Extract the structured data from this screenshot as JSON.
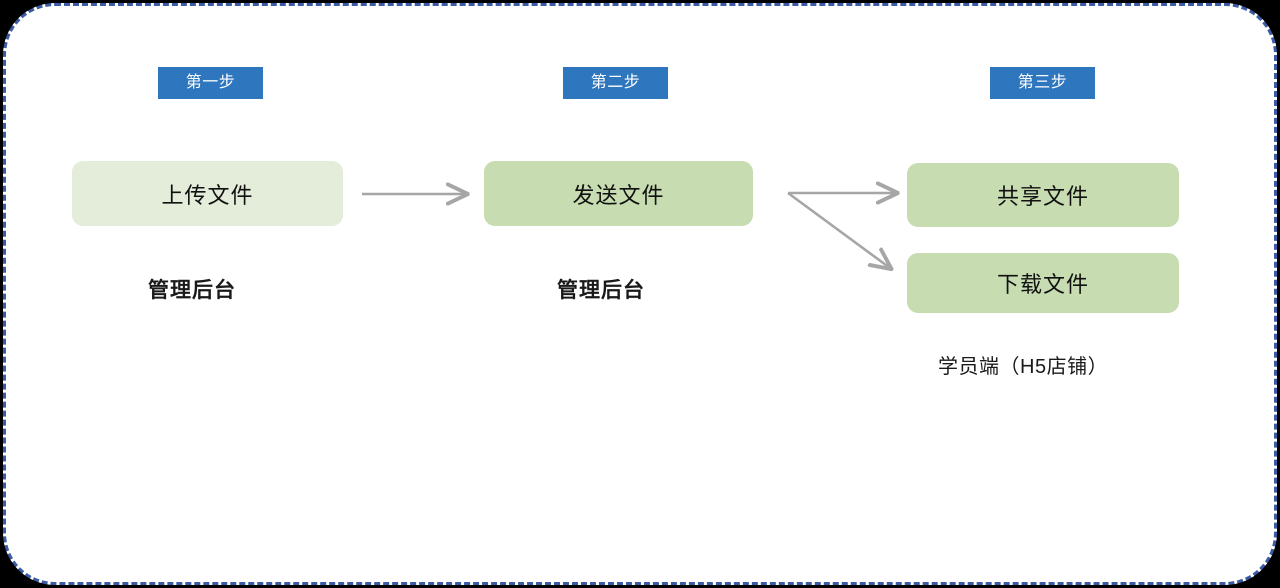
{
  "frame": {
    "border_color": "#3b5ba5",
    "background": "#ffffff",
    "backdrop": "#000000"
  },
  "palette": {
    "badge_blue": "#2e76bd",
    "box_green_light": "#e4ecda",
    "box_green": "#c7dcb0",
    "arrow_gray": "#a6a6a6",
    "text_dark": "#1a1a1a"
  },
  "steps": [
    {
      "badge": "第一步",
      "box_label": "上传文件",
      "caption": "管理后台"
    },
    {
      "badge": "第二步",
      "box_label": "发送文件",
      "caption": "管理后台"
    },
    {
      "badge": "第三步",
      "box_labels": [
        "共享文件",
        "下载文件"
      ],
      "caption": "学员端（H5店铺）"
    }
  ],
  "boxes": {
    "upload": "上传文件",
    "send": "发送文件",
    "share": "共享文件",
    "download": "下载文件"
  },
  "badges": {
    "step1": "第一步",
    "step2": "第二步",
    "step3": "第三步"
  },
  "captions": {
    "admin_1": "管理后台",
    "admin_2": "管理后台",
    "student": "学员端（H5店铺）"
  },
  "arrows": [
    {
      "name": "upload-to-send",
      "from": "上传文件",
      "to": "发送文件",
      "direction": "right"
    },
    {
      "name": "send-to-share",
      "from": "发送文件",
      "to": "共享文件",
      "direction": "right"
    },
    {
      "name": "send-to-download",
      "from": "发送文件",
      "to": "下载文件",
      "direction": "down-right"
    }
  ]
}
